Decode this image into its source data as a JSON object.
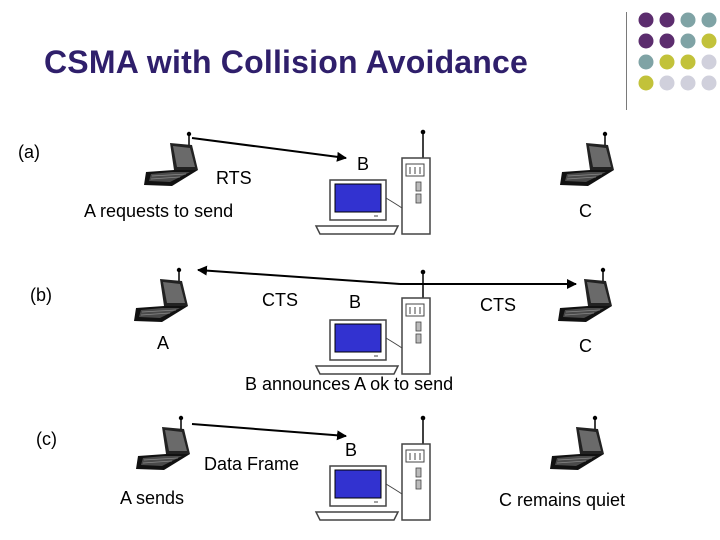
{
  "slide": {
    "title": "CSMA with Collision Avoidance"
  },
  "theme": {
    "title_color": "#2f1f6b",
    "dot_colors": [
      "#5c2d6e",
      "#7fa3a5",
      "#c2c23a",
      "#d0d0dc"
    ],
    "icons": [
      "laptop-with-antenna",
      "base-station-computer",
      "arrow-right",
      "double-arrow"
    ]
  },
  "panels": {
    "a": {
      "tag": "(a)",
      "arrow_label": "RTS",
      "node_b": "B",
      "node_c": "C",
      "caption": "A requests to send"
    },
    "b": {
      "tag": "(b)",
      "left_arrow_label": "CTS",
      "node_b": "B",
      "right_arrow_label": "CTS",
      "node_a": "A",
      "node_c": "C",
      "caption": "B announces A ok to send"
    },
    "c": {
      "tag": "(c)",
      "arrow_label": "Data Frame",
      "node_b": "B",
      "caption_a": "A sends",
      "caption_c": "C remains quiet"
    }
  }
}
